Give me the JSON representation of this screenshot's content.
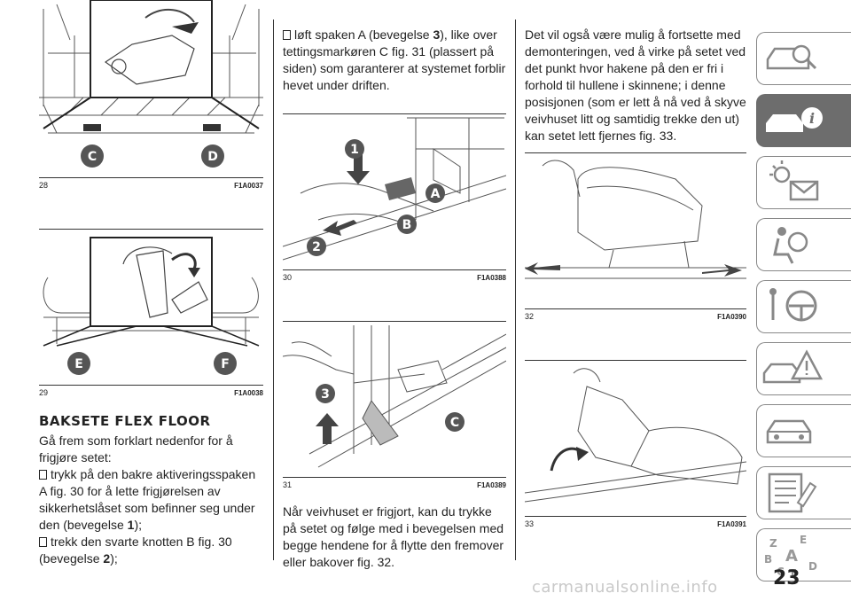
{
  "figures": [
    {
      "number": "28",
      "code": "F1A0037",
      "labels": [
        "C",
        "D"
      ]
    },
    {
      "number": "29",
      "code": "F1A0038",
      "labels": [
        "E",
        "F"
      ]
    },
    {
      "number": "30",
      "code": "F1A0388",
      "labels": [
        "1",
        "2",
        "A",
        "B"
      ]
    },
    {
      "number": "31",
      "code": "F1A0389",
      "labels": [
        "3",
        "C"
      ]
    },
    {
      "number": "32",
      "code": "F1A0390",
      "labels": []
    },
    {
      "number": "33",
      "code": "F1A0391",
      "labels": []
    }
  ],
  "col1": {
    "heading": "BAKSETE FLEX FLOOR",
    "intro": "Gå frem som forklart nedenfor for å frigjøre setet:",
    "bullet1_text": "trykk på den bakre aktiveringsspaken A fig. 30 for å lette frigjørelsen av sikkerhetslåset som befinner seg under den (bevegelse ",
    "bullet1_num": "1",
    "bullet1_end": ");",
    "bullet2_text": "trekk den svarte knotten B fig. 30 (bevegelse ",
    "bullet2_num": "2",
    "bullet2_end": ");"
  },
  "col2": {
    "bullet3_text": "løft spaken A (bevegelse ",
    "bullet3_num": "3",
    "bullet3_end": "), like over tettingsmarkøren C fig. 31 (plassert på siden) som garanterer at systemet forblir hevet under driften.",
    "para2": "Når veivhuset er frigjort, kan du trykke på setet og følge med i bevegelsen med begge hendene for å flytte den fremover eller bakover fig. 32."
  },
  "col3": {
    "para1": "Det vil også være mulig å fortsette med demonteringen, ved å virke på setet ved det punkt hvor hakene på den er fri i forhold til hullene i skinnene; i denne posisjonen (som er lett å nå ved å skyve veivhuset litt og samtidig trekke den ut) kan setet lett fjernes fig. 33."
  },
  "sidebar": {
    "tabs": [
      {
        "icon": "car-search-icon",
        "active": false
      },
      {
        "icon": "car-info-icon",
        "active": true
      },
      {
        "icon": "warning-lights-envelope-icon",
        "active": false
      },
      {
        "icon": "airbag-person-icon",
        "active": false
      },
      {
        "icon": "steering-wheel-key-icon",
        "active": false
      },
      {
        "icon": "car-breakdown-warning-icon",
        "active": false
      },
      {
        "icon": "car-maintenance-icon",
        "active": false
      },
      {
        "icon": "document-list-icon",
        "active": false
      },
      {
        "icon": "alphabet-index-icon",
        "active": false
      }
    ],
    "alphabet": [
      "Z",
      "E",
      "B",
      "A",
      "C",
      "T",
      "D"
    ]
  },
  "page_number": "23",
  "watermark": "carmanualsonline.info"
}
